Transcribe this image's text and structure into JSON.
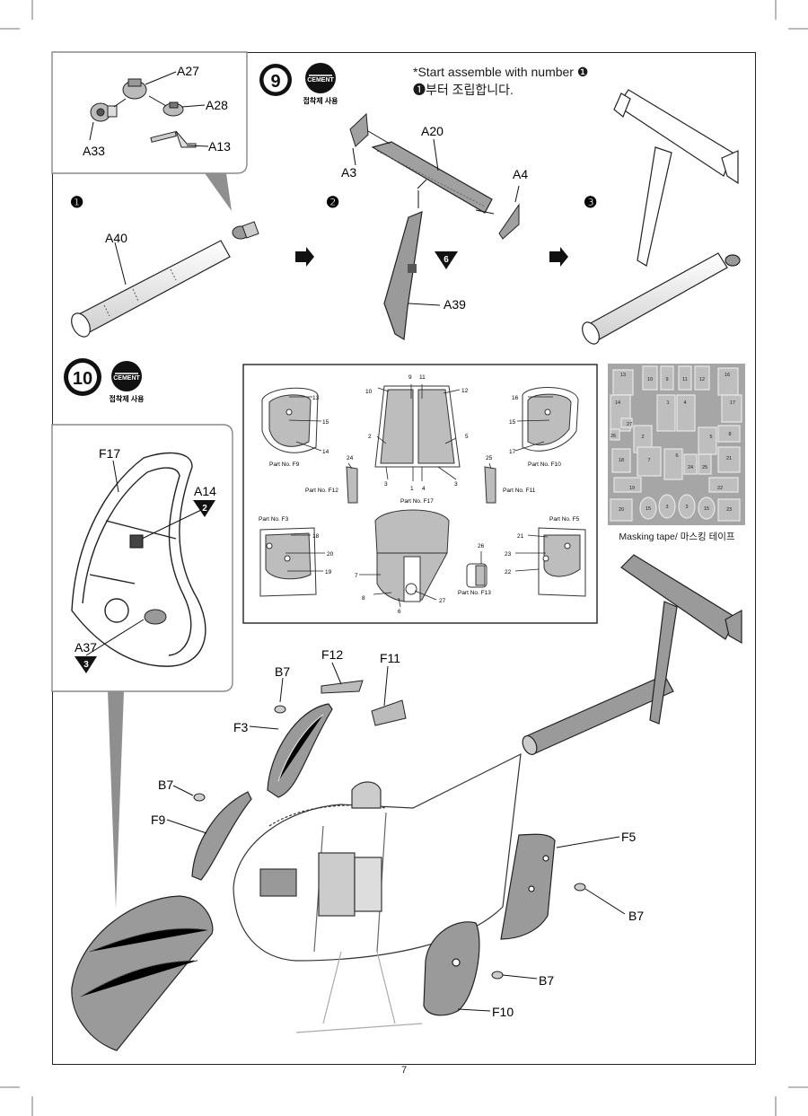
{
  "header": {
    "start_note_en": "*Start assemble with number ❶",
    "start_note_ko": "❶부터 조립합니다."
  },
  "step9": {
    "number": "9",
    "cement_badge": "CEMENT",
    "cement_note": "접착제 사용",
    "substeps": [
      "❶",
      "❷",
      "❸"
    ],
    "inset_parts": [
      "A27",
      "A28",
      "A33",
      "A13"
    ],
    "parts": {
      "tail_boom": "A40",
      "stabilizer": "A20",
      "left_fin": "A3",
      "right_fin": "A4",
      "vertical_fin": "A39"
    },
    "marker": "6"
  },
  "step10": {
    "number": "10",
    "cement_badge": "CEMENT",
    "cement_note": "접착제 사용",
    "inset_parts": {
      "frame": "F17",
      "part_a14": "A14",
      "marker_a14": "2",
      "part_a37": "A37",
      "marker_a37": "3"
    },
    "parts": {
      "b7_top": "B7",
      "f12": "F12",
      "f11": "F11",
      "f3": "F3",
      "b7_mid": "B7",
      "f9": "F9",
      "f5": "F5",
      "b7_right": "B7",
      "b7_low": "B7",
      "f10": "F10"
    }
  },
  "mask_diagram": {
    "f9": {
      "caption": "Part No. F9",
      "nums": [
        "13",
        "15",
        "14"
      ]
    },
    "f17": {
      "caption": "Part No. F17",
      "nums": [
        "9",
        "11",
        "10",
        "12",
        "2",
        "5",
        "3",
        "1",
        "4",
        "3"
      ]
    },
    "f10": {
      "caption": "Part No. F10",
      "nums": [
        "16",
        "15",
        "17"
      ]
    },
    "f12": {
      "caption": "Part No. F12",
      "num": "24"
    },
    "f11": {
      "caption": "Part No. F11",
      "num": "25"
    },
    "f3": {
      "caption": "Part No. F3",
      "nums": [
        "18",
        "20",
        "19"
      ]
    },
    "f5": {
      "caption": "Part No. F5",
      "nums": [
        "21",
        "23",
        "22"
      ]
    },
    "f13": {
      "caption": "Part No. F13",
      "num": "26"
    },
    "lower": {
      "nums": [
        "7",
        "8",
        "6",
        "27"
      ]
    }
  },
  "masking_sheet": {
    "caption": "Masking tape/ 마스킹 테이프",
    "labels": [
      "13",
      "10",
      "9",
      "11",
      "12",
      "16",
      "14",
      "1",
      "4",
      "17",
      "27",
      "26",
      "2",
      "5",
      "8",
      "18",
      "7",
      "6",
      "24",
      "25",
      "21",
      "19",
      "22",
      "20",
      "15",
      "3",
      "3",
      "15",
      "23"
    ]
  },
  "page_number": "7",
  "colors": {
    "ink": "#1a1a1a",
    "part_fill": "#9a9a9a",
    "mask_gray": "#a6a6a6",
    "line": "#333333"
  }
}
